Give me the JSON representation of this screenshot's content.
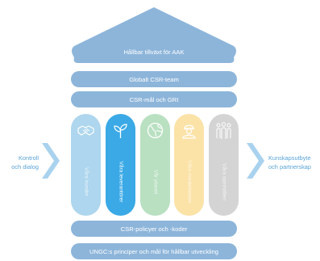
{
  "roof": {
    "label": "Hållbar tillväxt för AAK"
  },
  "bars_top": [
    {
      "label": "Globalt CSR-team"
    },
    {
      "label": "CSR-mål och GRI"
    }
  ],
  "pillars": [
    {
      "label": "Våra kunder",
      "icon": "handshake-icon",
      "color": "#aed6ee",
      "text_color": "#eaf5fb"
    },
    {
      "label": "Våra leverantörer",
      "icon": "sprout-icon",
      "color": "#3aa9e6",
      "text_color": "#ffffff"
    },
    {
      "label": "Vår planet",
      "icon": "globe-icon",
      "color": "#b8e0c1",
      "text_color": "#eef8f0"
    },
    {
      "label": "Våra medarbetare",
      "icon": "worker-icon",
      "color": "#fbe2a7",
      "text_color": "#fff7e6"
    },
    {
      "label": "Våra samhällen",
      "icon": "people-icon",
      "color": "#d4d4d4",
      "text_color": "#f4f4f4"
    }
  ],
  "bars_bottom": [
    {
      "label": "CSR-policyer och -koder"
    },
    {
      "label": "UNGC:s principer och mål för hållbar utveckling"
    }
  ],
  "left_side": {
    "line1": "Kontroll",
    "line2": "och dialog"
  },
  "right_side": {
    "line1": "Kunskapsutbyte",
    "line2": "och partnerskap"
  },
  "colors": {
    "structure": "#8db5da",
    "chevron": "#a9d2ee",
    "side_text": "#5aa3d7"
  }
}
